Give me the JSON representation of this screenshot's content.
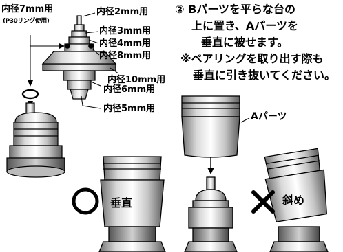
{
  "labels": {
    "d7": "内径7mm用",
    "p30": "(P30リング使用)",
    "d2": "内径2mm用",
    "d3": "内径3mm用",
    "d4": "内径4mm用",
    "d8": "内径8mm用",
    "d10": "内径10mm用",
    "d6": "内径6mm用",
    "d5": "内径5mm用"
  },
  "instructions": {
    "line1": "② Bパーツを平らな台の",
    "line2": "上に置き、Aパーツを",
    "line3": "垂直に被せます。",
    "line4": "※ベアリングを取り出す際も",
    "line5": "垂直に引き抜いてください。"
  },
  "part_a_label": "Aパーツ",
  "correct": {
    "symbol": "○",
    "label": "垂直"
  },
  "wrong": {
    "symbol": "✕",
    "label": "斜め"
  },
  "colors": {
    "ink": "#000000",
    "shade": "#9a9a9a",
    "light": "#e6e6e6",
    "paper": "#ffffff"
  }
}
